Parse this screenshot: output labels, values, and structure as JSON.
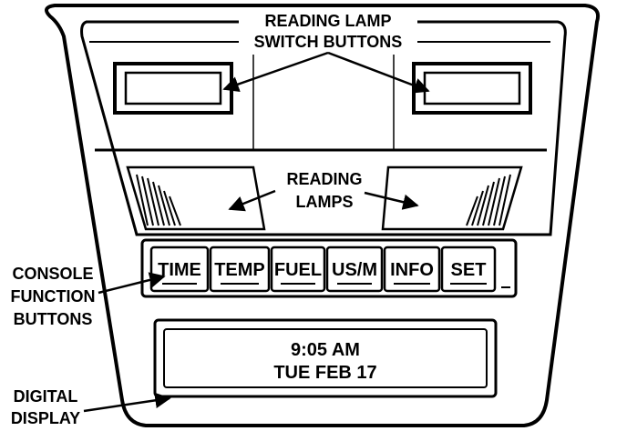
{
  "labels": {
    "reading_lamp_switch_line1": "READING LAMP",
    "reading_lamp_switch_line2": "SWITCH BUTTONS",
    "reading_lamps_line1": "READING",
    "reading_lamps_line2": "LAMPS",
    "console_function_line1": "CONSOLE",
    "console_function_line2": "FUNCTION",
    "console_function_line3": "BUTTONS",
    "digital_display_line1": "DIGITAL",
    "digital_display_line2": "DISPLAY"
  },
  "buttons": {
    "time": "TIME",
    "temp": "TEMP",
    "fuel": "FUEL",
    "usm": "US/M",
    "info": "INFO",
    "set": "SET"
  },
  "display": {
    "time": "9:05 AM",
    "date": "TUE FEB 17"
  }
}
